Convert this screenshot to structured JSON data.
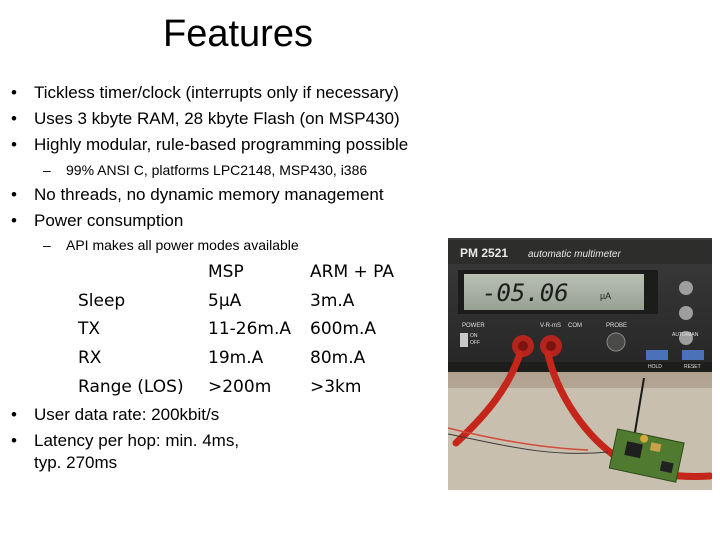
{
  "slide": {
    "title": "Features",
    "bullets": [
      "Tickless timer/clock (interrupts only if necessary)",
      "Uses 3 kbyte RAM, 28 kbyte Flash (on MSP430)",
      "Highly modular, rule-based programming possible",
      "No threads, no dynamic memory management",
      "Power consumption",
      "User data rate: 200kbit/s",
      "Latency per hop: min. 4ms,",
      "typ. 270ms"
    ],
    "subbullets": [
      "99% ANSI C, platforms LPC2148, MSP430, i386",
      "API makes all power modes available"
    ],
    "power_table": {
      "headers": [
        "MSP",
        "ARM + PA"
      ],
      "rows": [
        {
          "label": "Sleep",
          "msp": "5µA",
          "arm": "3m.A"
        },
        {
          "label": "TX",
          "msp": "11-26m.A",
          "arm": "600m.A"
        },
        {
          "label": "RX",
          "msp": "19m.A",
          "arm": "80m.A"
        },
        {
          "label": "Range (LOS)",
          "msp": ">200m",
          "arm": ">3km"
        }
      ]
    }
  },
  "photo": {
    "meter_brand": "PM 2521",
    "meter_subtitle": "automatic multimeter",
    "display_reading": "-05.06",
    "display_unit": "µA",
    "labels": [
      "POWER",
      "ON",
      "OFF",
      "V-R-mS",
      "COM",
      "PROBE",
      "AUTO/MAN",
      "HOLD",
      "RESET"
    ]
  }
}
